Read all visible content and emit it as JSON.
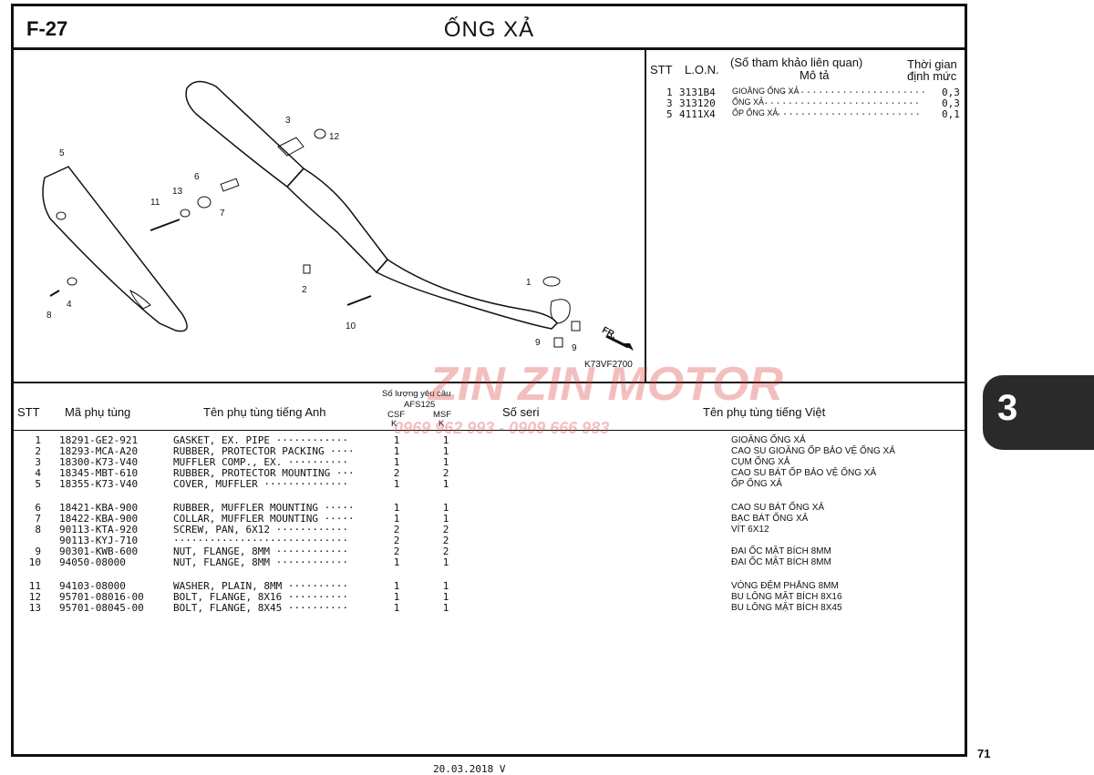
{
  "page": {
    "code": "F-27",
    "title": "ỐNG XẢ",
    "tab_number": "3",
    "page_number": "71",
    "footer": "20.03.2018  V"
  },
  "diagram": {
    "ref_code": "K73VF2700",
    "fr_label": "FR.",
    "callouts": [
      "1",
      "2",
      "3",
      "4",
      "5",
      "6",
      "7",
      "8",
      "9",
      "9",
      "10",
      "11",
      "12",
      "13"
    ]
  },
  "reference": {
    "headers": {
      "stt": "STT",
      "lon": "L.O.N.",
      "ref": "(Số tham khảo liên quan)",
      "desc": "Mô tả",
      "time1": "Thời gian",
      "time2": "định mức"
    },
    "rows": [
      {
        "stt": "1",
        "lon": "3131B4",
        "desc": "GIOĂNG ỐNG XẢ",
        "time": "0,3"
      },
      {
        "stt": "3",
        "lon": "313120",
        "desc": "ỐNG XẢ",
        "time": "0,3"
      },
      {
        "stt": "5",
        "lon": "4111X4",
        "desc": "ỐP ỐNG XẢ",
        "time": "0,1"
      }
    ]
  },
  "parts_table": {
    "headers": {
      "stt": "STT",
      "code": "Mã phụ tùng",
      "name_en": "Tên phụ tùng tiếng Anh",
      "qty": "Số lượng yêu cầu",
      "model": "AFS125",
      "csf": "CSF",
      "msf": "MSF",
      "k1": "K",
      "k2": "K",
      "serial": "Số seri",
      "name_vn": "Tên phụ tùng tiếng Việt"
    },
    "rows": [
      {
        "stt": "1",
        "code": "18291-GE2-921",
        "en": "GASKET, EX. PIPE ············",
        "csf": "1",
        "msf": "1",
        "vn": "GIOĂNG ỐNG XẢ"
      },
      {
        "stt": "2",
        "code": "18293-MCA-A20",
        "en": "RUBBER, PROTECTOR PACKING ····",
        "csf": "1",
        "msf": "1",
        "vn": "CAO SU GIOĂNG ỐP BẢO VỆ ỐNG XẢ"
      },
      {
        "stt": "3",
        "code": "18300-K73-V40",
        "en": "MUFFLER COMP., EX. ··········",
        "csf": "1",
        "msf": "1",
        "vn": "CỤM ỐNG XẢ"
      },
      {
        "stt": "4",
        "code": "18345-MBT-610",
        "en": "RUBBER, PROTECTOR MOUNTING ···",
        "csf": "2",
        "msf": "2",
        "vn": "CAO SU BÁT ỐP BẢO VỆ ỐNG XẢ"
      },
      {
        "stt": "5",
        "code": "18355-K73-V40",
        "en": "COVER, MUFFLER ··············",
        "csf": "1",
        "msf": "1",
        "vn": "ỐP ỐNG XẢ"
      },
      {
        "stt": "6",
        "code": "18421-KBA-900",
        "en": "RUBBER, MUFFLER MOUNTING ·····",
        "csf": "1",
        "msf": "1",
        "vn": "CAO SU BÁT ỐNG XẢ"
      },
      {
        "stt": "7",
        "code": "18422-KBA-900",
        "en": "COLLAR, MUFFLER MOUNTING ·····",
        "csf": "1",
        "msf": "1",
        "vn": "BẠC BÁT ỐNG XẢ"
      },
      {
        "stt": "8",
        "code": "90113-KTA-920",
        "en": "SCREW, PAN, 6X12 ············",
        "csf": "2",
        "msf": "2",
        "vn": "VÍT 6X12"
      },
      {
        "stt": "",
        "code": "90113-KYJ-710",
        "en": "·····························",
        "csf": "2",
        "msf": "2",
        "vn": ""
      },
      {
        "stt": "9",
        "code": "90301-KWB-600",
        "en": "NUT, FLANGE, 8MM ············",
        "csf": "2",
        "msf": "2",
        "vn": "ĐAI ỐC MẶT BÍCH 8MM"
      },
      {
        "stt": "10",
        "code": "94050-08000",
        "en": "NUT, FLANGE, 8MM ············",
        "csf": "1",
        "msf": "1",
        "vn": "ĐAI ỐC MẶT BÍCH 8MM"
      },
      {
        "stt": "11",
        "code": "94103-08000",
        "en": "WASHER, PLAIN, 8MM ··········",
        "csf": "1",
        "msf": "1",
        "vn": "VÒNG ĐỆM PHẲNG 8MM"
      },
      {
        "stt": "12",
        "code": "95701-08016-00",
        "en": "BOLT, FLANGE, 8X16 ··········",
        "csf": "1",
        "msf": "1",
        "vn": "BU LÔNG MẶT BÍCH 8X16"
      },
      {
        "stt": "13",
        "code": "95701-08045-00",
        "en": "BOLT, FLANGE, 8X45 ··········",
        "csf": "1",
        "msf": "1",
        "vn": "BU LÔNG MẶT BÍCH 8X45"
      }
    ]
  },
  "watermark": {
    "brand": "ZIN ZIN MOTOR",
    "phone": "0969 962 993 - 0909 666 983"
  }
}
